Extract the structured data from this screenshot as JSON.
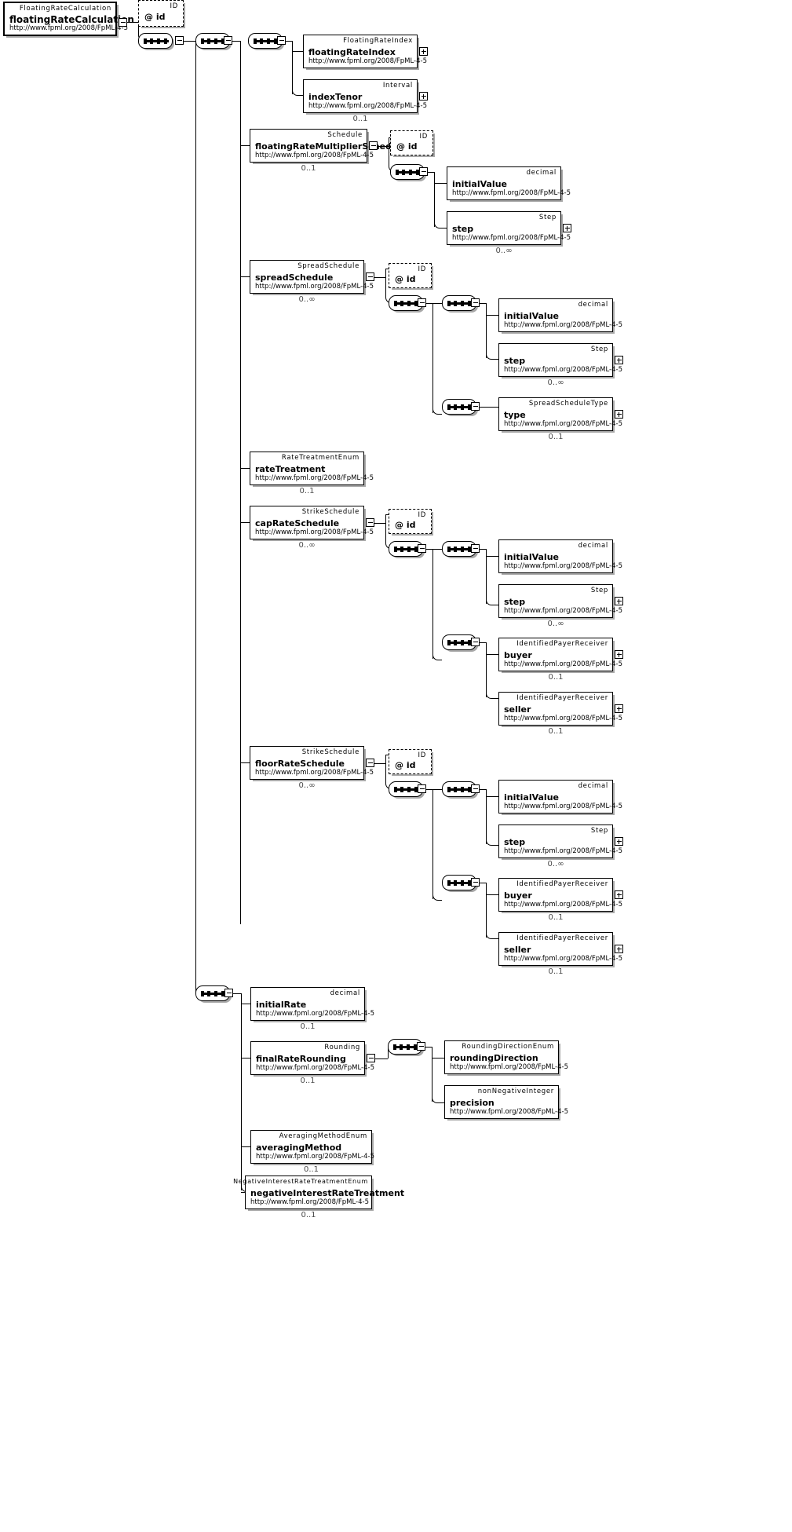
{
  "diagram": {
    "title": "floatingRateCalculation",
    "namespace": "http://www.fpml.org/2008/FpML-4-5",
    "root": {
      "type": "FloatingRateCalculation",
      "name": "floatingRateCalculation",
      "namespace": "http://www.fpml.org/2008/FpML-4-5"
    },
    "attribute_id": {
      "type": "ID",
      "name": "@ id"
    },
    "cardinality": {
      "optional": "0..1",
      "unbounded": "0..∞"
    },
    "nodes": [
      {
        "key": "floatingRateIndex",
        "type": "FloatingRateIndex",
        "name": "floatingRateIndex",
        "namespace": "http://www.fpml.org/2008/FpML-4-5",
        "card": ""
      },
      {
        "key": "indexTenor",
        "type": "Interval",
        "name": "indexTenor",
        "namespace": "http://www.fpml.org/2008/FpML-4-5",
        "card": "0..1"
      },
      {
        "key": "floatingRateMultiplierSchedule",
        "type": "Schedule",
        "name": "floatingRateMultiplierSchedule",
        "namespace": "http://www.fpml.org/2008/FpML-4-5",
        "card": "0..1"
      },
      {
        "key": "frms_initialValue",
        "type": "decimal",
        "name": "initialValue",
        "namespace": "http://www.fpml.org/2008/FpML-4-5",
        "card": ""
      },
      {
        "key": "frms_step",
        "type": "Step",
        "name": "step",
        "namespace": "http://www.fpml.org/2008/FpML-4-5",
        "card": "0..∞"
      },
      {
        "key": "spreadSchedule",
        "type": "SpreadSchedule",
        "name": "spreadSchedule",
        "namespace": "http://www.fpml.org/2008/FpML-4-5",
        "card": "0..∞"
      },
      {
        "key": "ss_initialValue",
        "type": "decimal",
        "name": "initialValue",
        "namespace": "http://www.fpml.org/2008/FpML-4-5",
        "card": ""
      },
      {
        "key": "ss_step",
        "type": "Step",
        "name": "step",
        "namespace": "http://www.fpml.org/2008/FpML-4-5",
        "card": "0..∞"
      },
      {
        "key": "ss_type",
        "type": "SpreadScheduleType",
        "name": "type",
        "namespace": "http://www.fpml.org/2008/FpML-4-5",
        "card": "0..1"
      },
      {
        "key": "rateTreatment",
        "type": "RateTreatmentEnum",
        "name": "rateTreatment",
        "namespace": "http://www.fpml.org/2008/FpML-4-5",
        "card": "0..1"
      },
      {
        "key": "capRateSchedule",
        "type": "StrikeSchedule",
        "name": "capRateSchedule",
        "namespace": "http://www.fpml.org/2008/FpML-4-5",
        "card": "0..∞"
      },
      {
        "key": "cap_initialValue",
        "type": "decimal",
        "name": "initialValue",
        "namespace": "http://www.fpml.org/2008/FpML-4-5",
        "card": ""
      },
      {
        "key": "cap_step",
        "type": "Step",
        "name": "step",
        "namespace": "http://www.fpml.org/2008/FpML-4-5",
        "card": "0..∞"
      },
      {
        "key": "cap_buyer",
        "type": "IdentifiedPayerReceiver",
        "name": "buyer",
        "namespace": "http://www.fpml.org/2008/FpML-4-5",
        "card": "0..1"
      },
      {
        "key": "cap_seller",
        "type": "IdentifiedPayerReceiver",
        "name": "seller",
        "namespace": "http://www.fpml.org/2008/FpML-4-5",
        "card": "0..1"
      },
      {
        "key": "floorRateSchedule",
        "type": "StrikeSchedule",
        "name": "floorRateSchedule",
        "namespace": "http://www.fpml.org/2008/FpML-4-5",
        "card": "0..∞"
      },
      {
        "key": "flr_initialValue",
        "type": "decimal",
        "name": "initialValue",
        "namespace": "http://www.fpml.org/2008/FpML-4-5",
        "card": ""
      },
      {
        "key": "flr_step",
        "type": "Step",
        "name": "step",
        "namespace": "http://www.fpml.org/2008/FpML-4-5",
        "card": "0..∞"
      },
      {
        "key": "flr_buyer",
        "type": "IdentifiedPayerReceiver",
        "name": "buyer",
        "namespace": "http://www.fpml.org/2008/FpML-4-5",
        "card": "0..1"
      },
      {
        "key": "flr_seller",
        "type": "IdentifiedPayerReceiver",
        "name": "seller",
        "namespace": "http://www.fpml.org/2008/FpML-4-5",
        "card": "0..1"
      },
      {
        "key": "initialRate",
        "type": "decimal",
        "name": "initialRate",
        "namespace": "http://www.fpml.org/2008/FpML-4-5",
        "card": "0..1"
      },
      {
        "key": "finalRateRounding",
        "type": "Rounding",
        "name": "finalRateRounding",
        "namespace": "http://www.fpml.org/2008/FpML-4-5",
        "card": "0..1"
      },
      {
        "key": "roundingDirection",
        "type": "RoundingDirectionEnum",
        "name": "roundingDirection",
        "namespace": "http://www.fpml.org/2008/FpML-4-5",
        "card": ""
      },
      {
        "key": "precision",
        "type": "nonNegativeInteger",
        "name": "precision",
        "namespace": "http://www.fpml.org/2008/FpML-4-5",
        "card": ""
      },
      {
        "key": "averagingMethod",
        "type": "AveragingMethodEnum",
        "name": "averagingMethod",
        "namespace": "http://www.fpml.org/2008/FpML-4-5",
        "card": "0..1"
      },
      {
        "key": "negativeInterestRateTreatment",
        "type": "NegativeInterestRateTreatmentEnum",
        "name": "negativeInterestRateTreatment",
        "namespace": "http://www.fpml.org/2008/FpML-4-5",
        "card": "0..1"
      }
    ]
  }
}
